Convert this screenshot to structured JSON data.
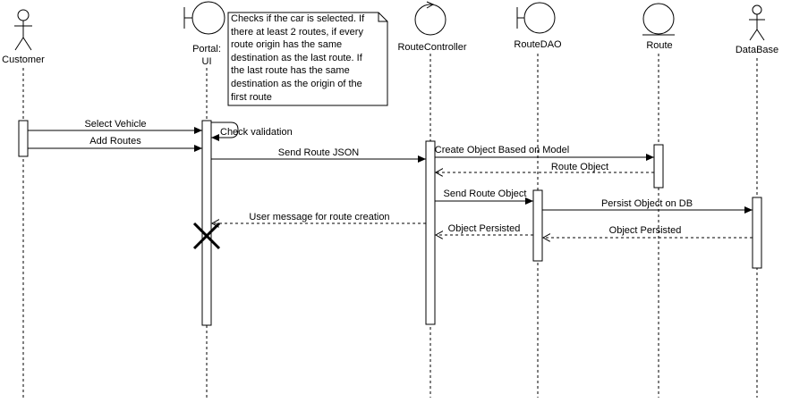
{
  "participants": {
    "customer": "Customer",
    "portal_line1": "Portal:",
    "portal_line2": "UI",
    "route_controller": "RouteController",
    "route_dao": "RouteDAO",
    "route": "Route",
    "database": "DataBase"
  },
  "note": {
    "lines": [
      "Checks if the car is selected. If",
      "there at least 2 routes, if every",
      "route origin has the same",
      "destination as the last route. If",
      "the last route has the same",
      "destination as the origin of the",
      "first route"
    ]
  },
  "messages": {
    "select_vehicle": "Select Vehicle",
    "add_routes": "Add Routes",
    "check_validation": "Check validation",
    "send_route_json": "Send Route JSON",
    "create_object": "Create Object Based on Model",
    "route_object": "Route Object",
    "send_route_object": "Send Route Object",
    "persist_object": "Persist Object on DB",
    "user_message": "User message for route creation",
    "object_persisted_dao": "Object Persisted",
    "object_persisted_db": "Object Persisted"
  }
}
